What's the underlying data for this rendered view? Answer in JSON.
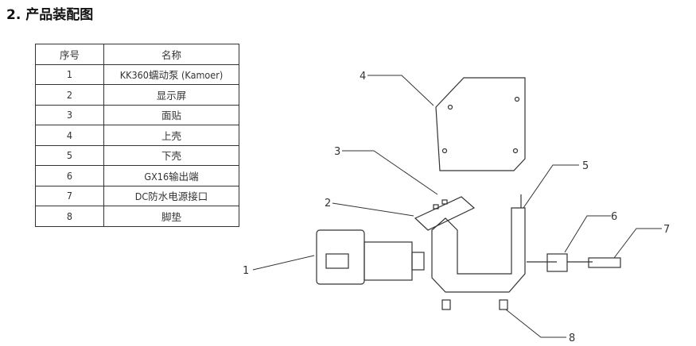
{
  "title": "2.  产品装配图",
  "table": {
    "headers": [
      "序号",
      "名称"
    ],
    "rows": [
      [
        "1",
        "KK360蠕动泵 (Kamoer)"
      ],
      [
        "2",
        "显示屏"
      ],
      [
        "3",
        "面贴"
      ],
      [
        "4",
        "上壳"
      ],
      [
        "5",
        "下壳"
      ],
      [
        "6",
        "GX16输出端"
      ],
      [
        "7",
        "DC防水电源接口"
      ],
      [
        "8",
        "脚垫"
      ]
    ]
  },
  "callouts": [
    "1",
    "2",
    "3",
    "4",
    "5",
    "6",
    "7",
    "8"
  ]
}
